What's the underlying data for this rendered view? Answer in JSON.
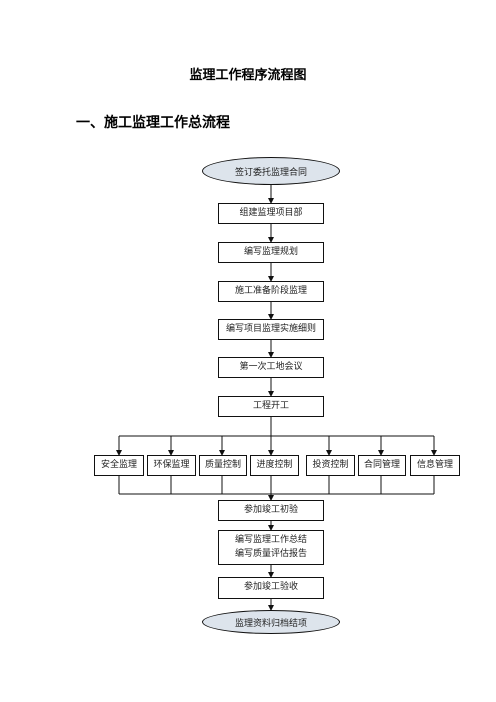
{
  "document": {
    "title": "监理工作程序流程图",
    "section_heading": "一、施工监理工作总流程"
  },
  "flowchart": {
    "start": "签订委托监理合同",
    "steps": [
      "组建监理项目部",
      "编写监理规划",
      "施工准备阶段监理",
      "编写项目监理实施细则",
      "第一次工地会议",
      "工程开工"
    ],
    "branches": [
      "安全监理",
      "环保监理",
      "质量控制",
      "进度控制",
      "投资控制",
      "合同管理",
      "信息管理"
    ],
    "after": {
      "initial_inspection": "参加竣工初验",
      "summary_line1": "编写监理工作总结",
      "summary_line2": "编写质量评估报告",
      "acceptance": "参加竣工验收"
    },
    "end": "监理资料归档结项"
  }
}
